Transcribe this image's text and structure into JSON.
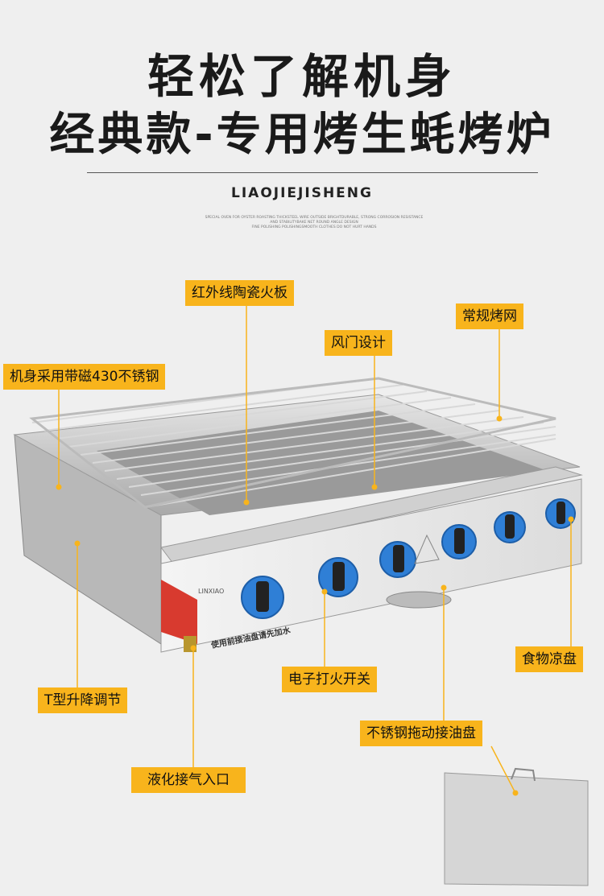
{
  "title_line1": "轻松了解机身",
  "title_line2": "经典款-专用烤生蚝烤炉",
  "subtitle": "LIAOJIEJISHENG",
  "small_text": [
    "SPECIAL OVEN FOR OYSTER ROASTING THICKSTEEL WIRE OUTSIDE BRIGHTDURABLE, STRONG CORROSION RESISTANCE",
    "AND STABILITYBAKE NET ROUND ANGLE DESIGN",
    "FINE POLISHING POLISHINGSMOOTH CLOTHES DO NOT HURT HANDS"
  ],
  "labels": {
    "ceramic": "红外线陶瓷火板",
    "grill": "常规烤网",
    "damper": "风门设计",
    "body": "机身采用带磁430不锈钢",
    "t_adjust": "T型升降调节",
    "gas_inlet": "液化接气入口",
    "ignition": "电子打火开关",
    "oil_tray": "不锈钢拖动接油盘",
    "cool_tray": "食物凉盘"
  },
  "product_text": {
    "brand": "LINXIAO",
    "front_notice": "使用前接油盘请先加水"
  },
  "accent_color": "#f8b41c"
}
